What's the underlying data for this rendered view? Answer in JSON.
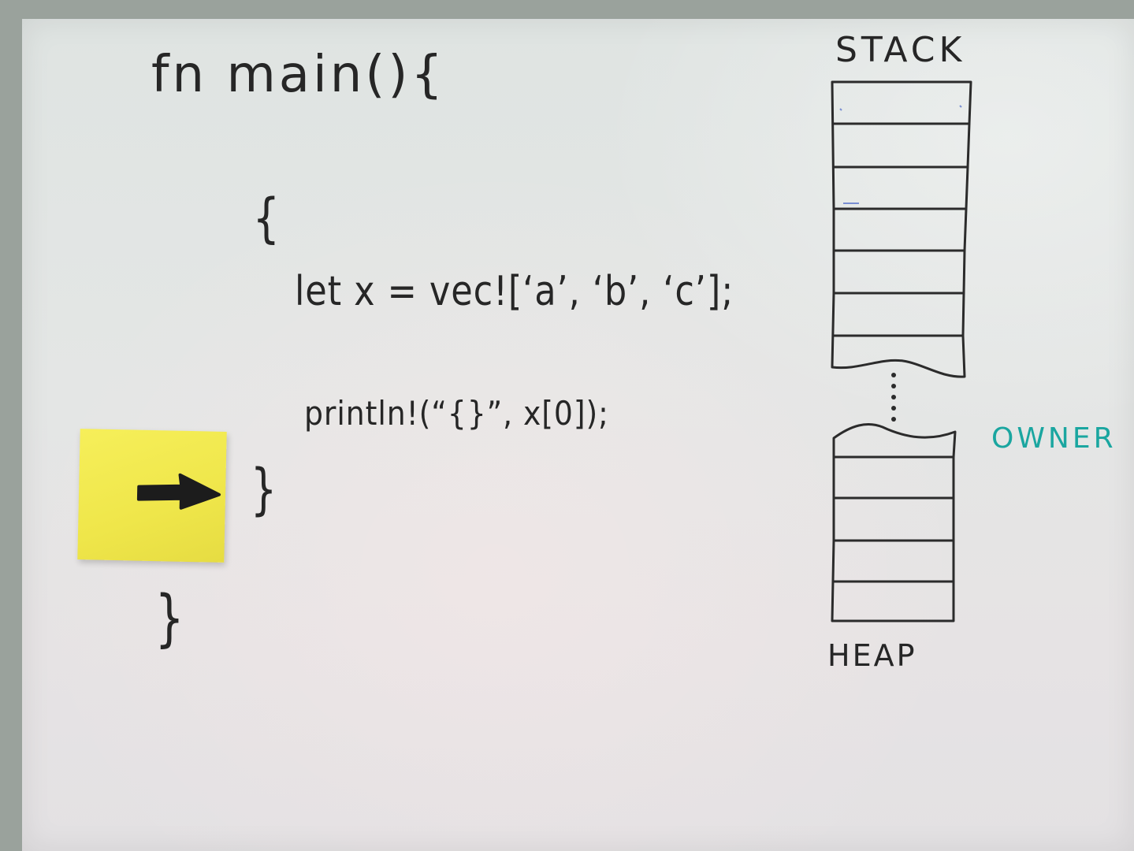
{
  "code": {
    "fn_main": "fn main(){",
    "inner_open": "{",
    "let_line": "let x = vec![‘a’, ‘b’, ‘c’];",
    "println_line": "println!(“{}”, x[0]);",
    "inner_close": "}",
    "main_close": "}"
  },
  "diagram": {
    "stack_label": "STACK",
    "heap_label": "HEAP",
    "owner_label": "OWNER"
  },
  "sticky_note": {
    "icon": "right-arrow-icon"
  },
  "colors": {
    "ink": "#262626",
    "owner_ink": "#1aa6a0",
    "sticky_note": "#f2e94e"
  }
}
